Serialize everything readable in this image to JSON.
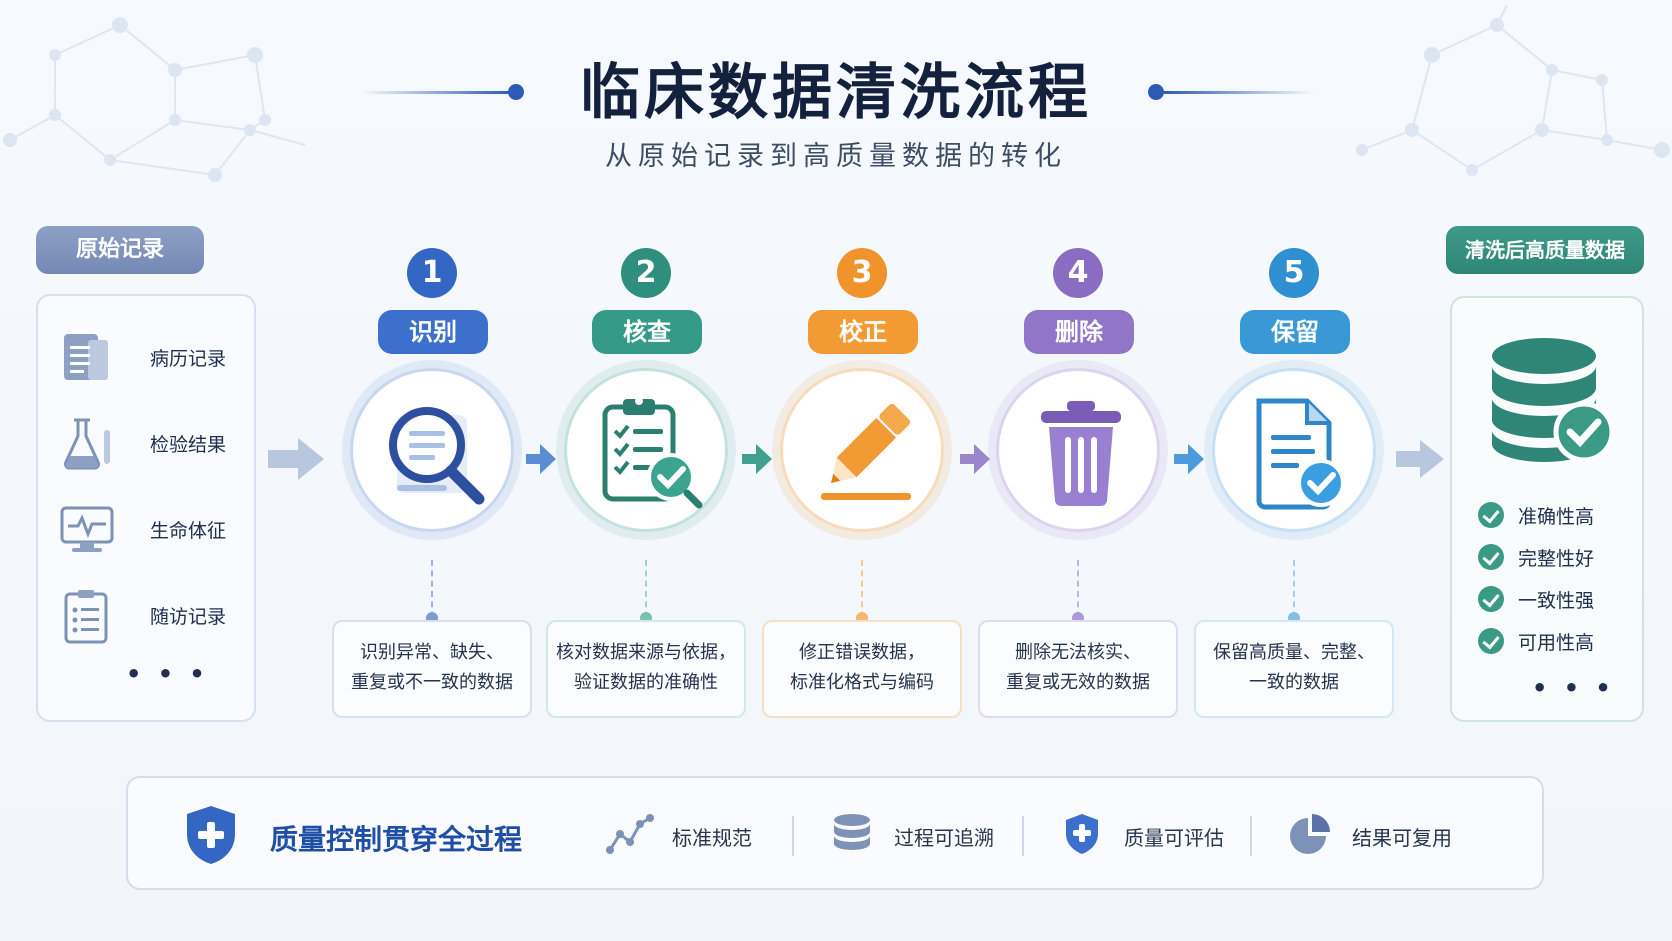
{
  "title": "临床数据清洗流程",
  "subtitle": "从原始记录到高质量数据的转化",
  "source": {
    "label": "原始记录",
    "items": [
      {
        "label": "病历记录",
        "icon": "document-icon"
      },
      {
        "label": "检验结果",
        "icon": "flask-icon"
      },
      {
        "label": "生命体征",
        "icon": "monitor-icon"
      },
      {
        "label": "随访记录",
        "icon": "clipboard-icon"
      }
    ],
    "more": "• • •"
  },
  "steps": [
    {
      "number": "1",
      "label": "识别",
      "icon": "magnifier-icon",
      "color": "#3467c4",
      "line1": "识别异常、缺失、",
      "line2": "重复或不一致的数据"
    },
    {
      "number": "2",
      "label": "核查",
      "icon": "checklist-icon",
      "color": "#2f8f7e",
      "line1": "核对数据来源与依据，",
      "line2": "验证数据的准确性"
    },
    {
      "number": "3",
      "label": "校正",
      "icon": "pencil-icon",
      "color": "#f0932b",
      "line1": "修正错误数据，",
      "line2": "标准化格式与编码"
    },
    {
      "number": "4",
      "label": "删除",
      "icon": "trash-icon",
      "color": "#8a6cc2",
      "line1": "删除无法核实、",
      "line2": "重复或无效的数据"
    },
    {
      "number": "5",
      "label": "保留",
      "icon": "document-check-icon",
      "color": "#2f8fd0",
      "line1": "保留高质量、完整、",
      "line2": "一致的数据"
    }
  ],
  "output": {
    "label": "清洗后高质量数据",
    "items": [
      "准确性高",
      "完整性好",
      "一致性强",
      "可用性高"
    ],
    "more": "• • •"
  },
  "qc": {
    "title": "质量控制贯穿全过程",
    "items": [
      {
        "label": "标准规范",
        "icon": "chart-line-icon"
      },
      {
        "label": "过程可追溯",
        "icon": "database-icon"
      },
      {
        "label": "质量可评估",
        "icon": "shield-plus-icon"
      },
      {
        "label": "结果可复用",
        "icon": "pie-icon"
      }
    ]
  }
}
